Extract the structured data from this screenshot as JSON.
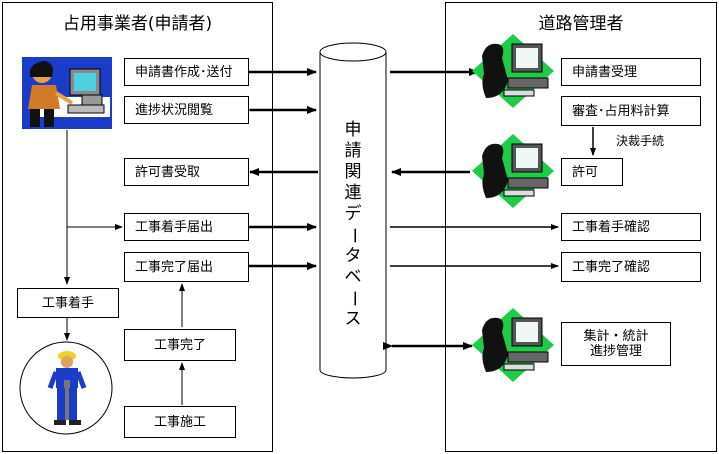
{
  "left_panel": {
    "title": "占用事業者(申請者)"
  },
  "right_panel": {
    "title": "道路管理者"
  },
  "database": {
    "label_chars": [
      "申",
      "請",
      "関",
      "連",
      "デ",
      "ー",
      "タ",
      "ベ",
      "ー",
      "ス"
    ]
  },
  "left_boxes": {
    "apply": "申請書作成･送付",
    "progress_view": "進捗状況閲覧",
    "permit_receive": "許可書受取",
    "start_notice": "工事着手届出",
    "complete_notice": "工事完了届出",
    "work_start": "工事着手",
    "work_complete": "工事完了",
    "work_execute": "工事施工"
  },
  "right_boxes": {
    "receive": "申請書受理",
    "review": "審査･占用料計算",
    "approval_note": "決裁手続",
    "permit": "許可",
    "start_confirm": "工事着手確認",
    "complete_confirm": "工事完了確認",
    "aggregate_line1": "集計・統計",
    "aggregate_line2": "進捗管理"
  }
}
